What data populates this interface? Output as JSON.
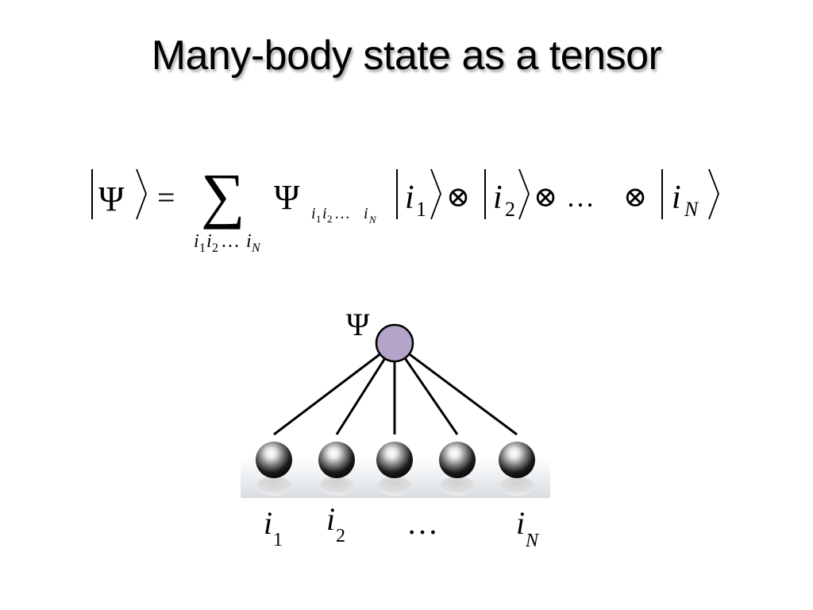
{
  "title": "Many-body state as a tensor",
  "equation": {
    "ket_psi": "Ψ",
    "equals": "=",
    "sum_symbol": "∑",
    "sum_index": {
      "i1": "i",
      "i1_sub": "1",
      "i2": "i",
      "i2_sub": "2",
      "dots": "…",
      "iN": "i",
      "iN_sub": "N"
    },
    "coef": "Ψ",
    "coef_index": {
      "i1": "i",
      "i1_sub": "1",
      "i2": "i",
      "i2_sub": "2",
      "dots": "…",
      "iN": "i",
      "iN_sub": "N"
    },
    "kets": [
      {
        "var": "i",
        "sub": "1"
      },
      {
        "var": "i",
        "sub": "2"
      },
      {
        "var": "i",
        "sub": "N"
      }
    ],
    "otimes": "⊗",
    "dots": "…"
  },
  "diagram": {
    "node_label": "Ψ",
    "node_color": "#b3a4c9",
    "site_labels": [
      {
        "var": "i",
        "sub": "1"
      },
      {
        "var": "i",
        "sub": "2"
      },
      {
        "var": "",
        "sub": "",
        "text": "…"
      },
      {
        "var": "i",
        "sub": "N"
      }
    ]
  }
}
